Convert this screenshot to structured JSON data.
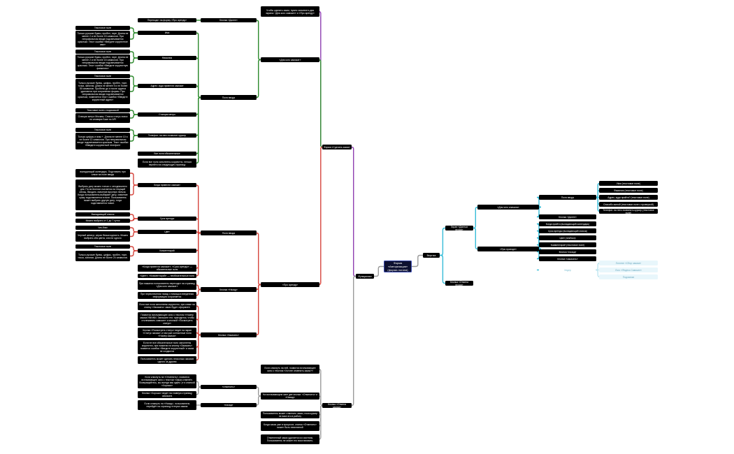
{
  "colors": {
    "purple": "#8e3fb0",
    "green": "#2d8a2d",
    "red": "#d6453d",
    "gray": "#9a9a9a",
    "cyan": "#36bcd8",
    "node": "#000000",
    "light_node": "#e8f6fb"
  },
  "root": "Форма «Авторизация» (форма логина)",
  "func": "Функционал",
  "design": "Верстка",
  "design_items": {
    "screen": "Экран «Данных входа»",
    "forgot": "Кнопка «Отмена входа»"
  },
  "design_tree": {
    "fields_title": "«Для чего сначала»",
    "fields_group": "Поля ввода",
    "fields": [
      "Имя (текстовое поле)",
      "Фамилия (текстовое поле)",
      "Адрес, куда прийти? (текстовое поле)",
      "Спасибо милой (текстовое поле с проверкой)",
      "Телефон: на него позвонить курьер (текстовое поле)"
    ],
    "next_button": "Кнопка «Далее»",
    "when_title": "«При приезде»",
    "when_items": [
      "Когда прийти (выпадающий календарь)",
      "Срок аренды (выпадающий список)",
      "Цвет (чекбокс)",
      "Комментарий (текстовое поле)",
      "Кнопка «назад»",
      "Кнопка «заказать»"
    ],
    "header_label": "Хедер",
    "header_items": [
      "Логотип «Сбор заказа»",
      "Лого «Яндекс.Самокат»",
      "Подсказка"
    ]
  },
  "branches": {
    "order": "Форма «Сделать заказ»",
    "cancel": "Кнопка «Отмена заказа»"
  },
  "order_top": {
    "note": "Чтобы сделать заказ, нужно заполнить два экрана: «Для кого самокат» и «Про аренду»",
    "who": "«Для кого самокат»",
    "when": "«Про аренду»"
  },
  "green_tree": {
    "next_btn": "Кнопка «Далее»",
    "next_detail": "Переходит на форму «Про аренду»",
    "fields": "Поля ввода",
    "field_items": [
      {
        "label": "Имя",
        "type": "Текстовое поле",
        "rule": "Только русские буквы, пробел, тире. Длина не менее 2 и не более 15 символов. При неправильном вводе подсвечивается красным. Текст ошибки «Введите корректное имя»"
      },
      {
        "label": "Фамилия",
        "type": "Текстовое поле",
        "rule": "Только русские буквы, пробел, тире. Длина не менее 2 и не более 15 символов. При неправильном вводе подсвечивается красным. Текст ошибки «Введите корректную фамилию»"
      },
      {
        "label": "Адрес: куда привезти самокат",
        "type": "Текстовое поле",
        "rule": "Только русские буквы, цифры, пробел, тире, точка, запятая. Длина не менее 5 и не более 50 символов. Пробелы до и после адреса удаляются при сохранении формы. При неправильном вводе подсвечивается красным, появляется текст ошибки «Введите корректный адрес»"
      },
      {
        "label": "Станция метро",
        "type": "Текстовое поле с подсказкой",
        "rule": "Станция метро Москвы. Список статус-поиск по словарю Базе по API"
      },
      {
        "label": "Телефон: на него позвонит курьер",
        "type": "Текстовое поле",
        "rule": "Только цифры и знак +. Длина не менее 10 и не более 12 символов. При неправильном вводе подсвечивается красным. Текст ошибки «Введите корректный телефон»"
      }
    ],
    "all_required": "Все поля обязательные",
    "rule_footer": "Если все поля заполнены корректно, нельзя перейти на следующую страницу"
  },
  "red_tree": {
    "fields": "Поля ввода",
    "when_title": "Когда привезти самокат",
    "when_rules": [
      "выпадающий календарь. Подставить при клике на поле ввода",
      "Выбрать дату можно только с сегодняшнего дня. По истечении считается на текущий месяц. Вводить значение вручную нельзя. Когда пользователь выбирает дату, значение сразу подставляется в поле. Пользователь может выбрать другую дату, тогда подставляется новое."
    ],
    "term_title": "Срок аренды",
    "term_rules": [
      "Выпадающий список",
      "Можно выбрать от 1 до 7 суток"
    ],
    "color_title": "Цвет",
    "color_rules": [
      "Чек-бокс",
      "Черный жемчуг, серая безысходность. Можно выбрать оба цвета, или ни одного"
    ],
    "comment_title": "Комментарий",
    "comment_rules": [
      "Текстовое поле",
      "Только русские буквы, цифры, пробел, тире, точка, запятая. Длина не более 24 символов."
    ],
    "required_note": "«Когда привезти самокат», «Срок аренды» — обязательные поля",
    "optional_note": "«Цвет», «Комментарий» — необязательные поля",
    "back_btn": "Кнопка «Назад»",
    "back_rules": [
      "При нажатии пользователь переходит на страницу «Для кого самокат»",
      "При переключении назад с помощью введенная информация сохраняется"
    ],
    "order_btn": "Кнопка «Заказать»",
    "order_rules": [
      "Если все поля заполнены корректно, при клике на кнопку «Заказать» заказ будет оформлен",
      "Появится всплывающее окно с текстом «Номер заказа NNNNN. Запишите его: пригодится, чтобы отслеживать самокат» и кнопкой «Посмотреть статус»",
      "Кнопка «Посмотреть статус» ведет на экран «Статус заказа» и там уже контактные поля «Номер заказа»",
      "Если не все обязательные поля заполнены корректно, при нажатии на кнопку «Заказать» появится ошибка «Введите корректный» и заказ не создастся",
      "Пользователь может сделать несколько заказов одного за другим"
    ],
    "when_tree_title": "«Про аренду»"
  },
  "gray_tree": {
    "notes": [
      "Если кликнуть на ней, появится всплывающее окно с текстом «Хотите отменить заказ?»",
      "На всплывающем окне две кнопки: «Отменить» и «Назад»",
      "Пользователь может отменить заказ, пока курьер не взял его в работу",
      "Когда заказ уже в процессе, кнопка «Отменить» может быть неактивной",
      "Отмененный заказ удаляется из системы. Пользователь не может его восстановить."
    ],
    "cancel_btn": "«отменить»",
    "cancel_rules": [
      "Если кликнуть на «Отменить», появится всплывающее окно с текстом «Заказ отменён. Возвращайтесь, мы всегда вас ждём :)» и кнопкой «Хорошо»",
      "Кнопка «Хорошо» ведет на главную страницу самоката"
    ],
    "back_btn": "«назад»",
    "back_rules": [
      "Если кликнуть на «Назад», пользователь перейдёт на страницу статуса заказа"
    ]
  }
}
